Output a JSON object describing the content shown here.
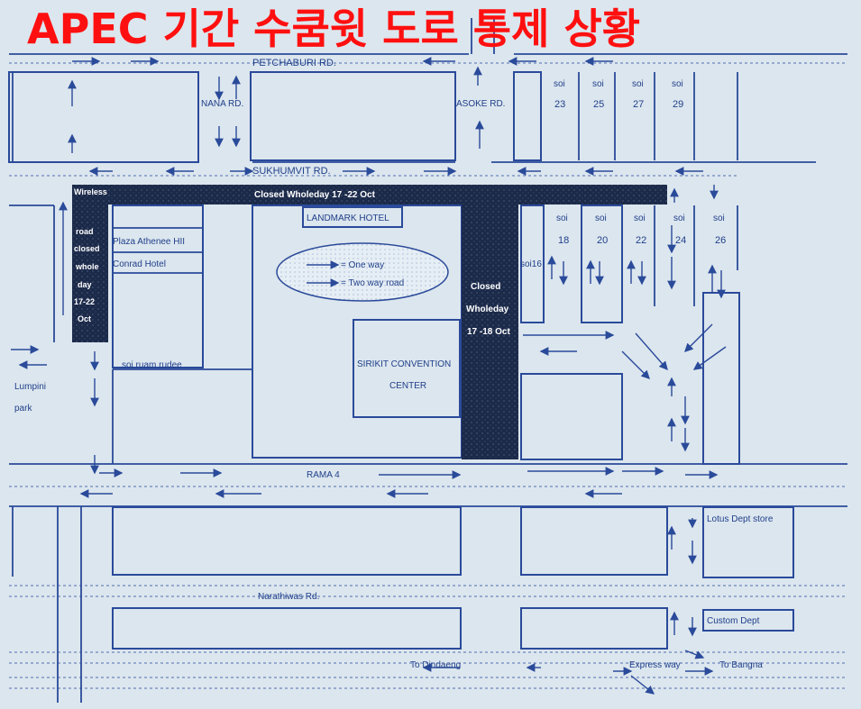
{
  "title": "APEC 기간 수쿰윗 도로 통제 상황",
  "roads": {
    "petchaburi": "PETCHABURI RD.",
    "nana": "NANA RD.",
    "asoke": "ASOKE RD.",
    "sukhumvit": "SUKHUMVIT RD.",
    "soi_ruam_rudee": "soi ruam rudee",
    "rama4": "RAMA 4",
    "narathiwas": "Narathiwas Rd.",
    "to_dindaeng": "To Dindaeng",
    "express_way": "Express way",
    "to_bangna": "To Bangna",
    "soi16": "soi16"
  },
  "sois_north": [
    {
      "soi": "soi",
      "num": "23"
    },
    {
      "soi": "soi",
      "num": "25"
    },
    {
      "soi": "soi",
      "num": "27"
    },
    {
      "soi": "soi",
      "num": "29"
    }
  ],
  "sois_south": [
    {
      "soi": "soi",
      "num": "18"
    },
    {
      "soi": "soi",
      "num": "20"
    },
    {
      "soi": "soi",
      "num": "22"
    },
    {
      "soi": "soi",
      "num": "24"
    },
    {
      "soi": "soi",
      "num": "26"
    }
  ],
  "landmarks": {
    "landmark_hotel": "LANDMARK HOTEL",
    "plaza_athenee": "Plaza Athenee HII",
    "conrad": "Conrad Hotel",
    "sirikit_line1": "SIRIKIT CONVENTION",
    "sirikit_line2": "CENTER",
    "lumpini_line1": "Lumpini",
    "lumpini_line2": "park",
    "lotus": "Lotus Dept store",
    "custom_dept": "Custom Dept"
  },
  "closures": {
    "sukhumvit": "Closed Wholeday 17 -22 Oct",
    "wireless": [
      "Wireless",
      "road",
      "closed",
      "whole",
      "day",
      "17-22",
      "Oct"
    ],
    "ratchadapisek": [
      "Closed",
      "Wholeday",
      "17 -18 Oct"
    ]
  },
  "legend": {
    "one_way": "= One way",
    "two_way": "= Two way road"
  },
  "colors": {
    "title": "#ff1010",
    "ink": "#1f3f8a",
    "closed_road": "#1c2a4a",
    "background": "#dce6ee"
  }
}
